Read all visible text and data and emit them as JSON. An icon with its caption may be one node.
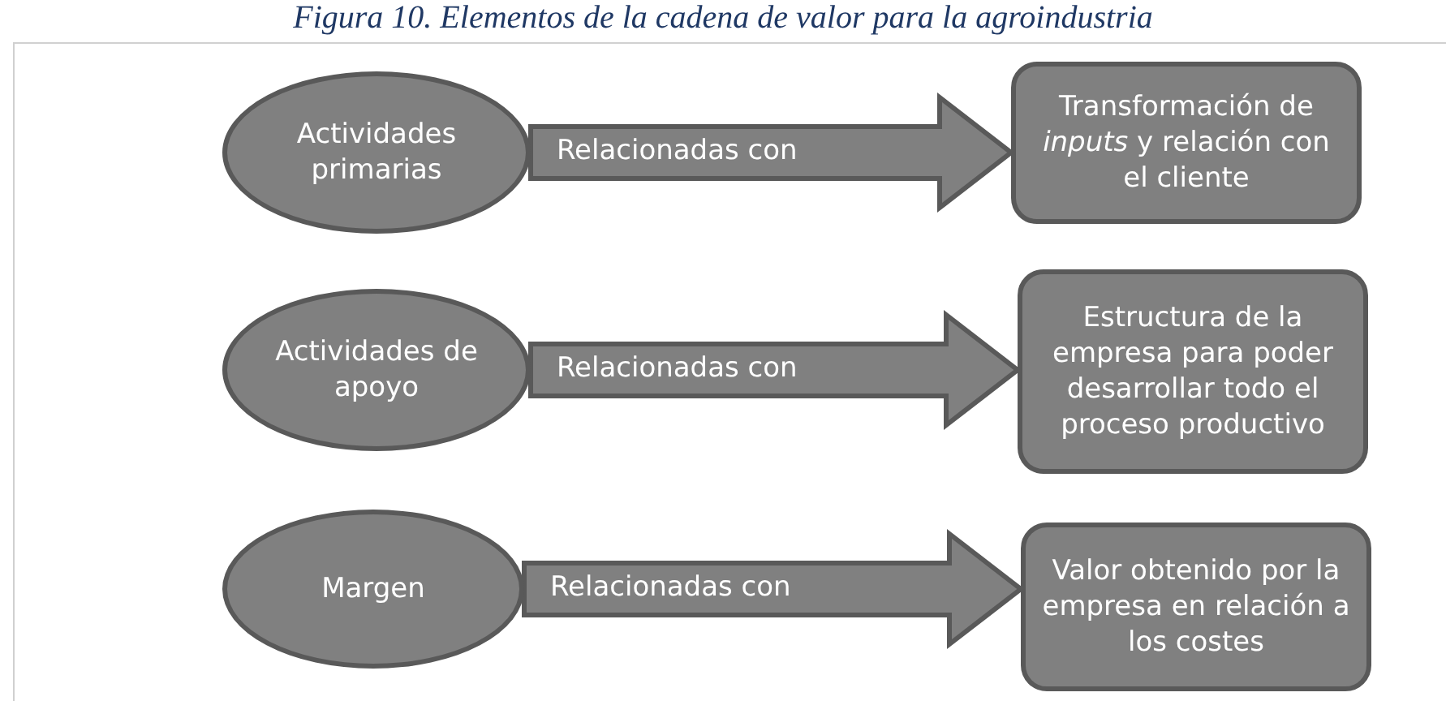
{
  "diagram": {
    "title": "Figura 10. Elementos de la cadena de valor para la agroindustria",
    "nodes": [
      {
        "text": [
          "Actividades primarias"
        ]
      },
      {
        "text": [
          "Transformación de *inputs* y relación con el cliente"
        ]
      },
      {
        "text": [
          "Actividades de apoyo"
        ]
      },
      {
        "text": [
          "Estructura de la empresa para poder desarrollar todo el proceso productivo"
        ]
      },
      {
        "text": [
          "Margen"
        ]
      },
      {
        "text": [
          "Valor obtenido por la empresa en relación a los costes"
        ]
      }
    ],
    "edges": [
      {
        "from": 0,
        "to": 1,
        "arrow": "to",
        "label": "Relacionadas con"
      },
      {
        "from": 2,
        "to": 3,
        "arrow": "to",
        "label": "Relacionadas con"
      },
      {
        "from": 4,
        "to": 5,
        "arrow": "to",
        "label": "Relacionadas con"
      }
    ]
  }
}
